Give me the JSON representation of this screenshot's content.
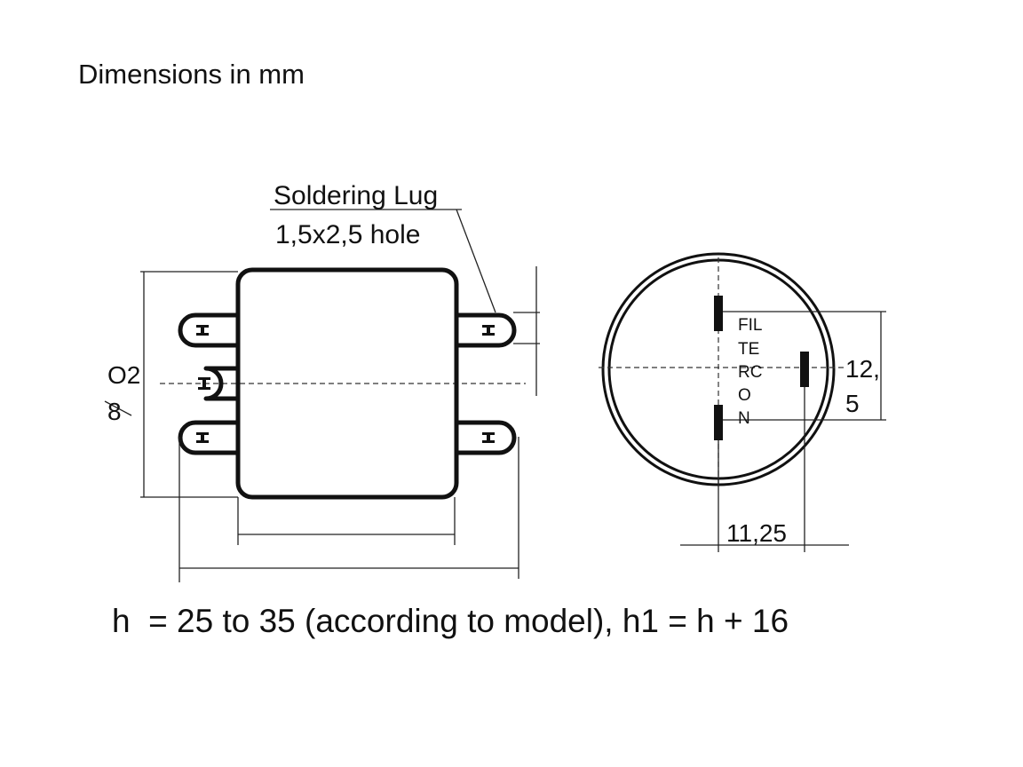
{
  "title": "Dimensions in mm",
  "lug_label": {
    "line1": "Soldering Lug",
    "line2": "1,5x2,5 hole"
  },
  "diameter_label": {
    "line1": "O2",
    "line2": "8"
  },
  "side_view": {
    "logo_lines": [
      "FIL",
      "TE",
      "RC",
      "O",
      "N"
    ],
    "vertical_dim": {
      "line1": "12,",
      "line2": "5"
    },
    "horizontal_dim": "11,25"
  },
  "footnote": "h  = 25 to 35 (according to model), h1 = h + 16"
}
